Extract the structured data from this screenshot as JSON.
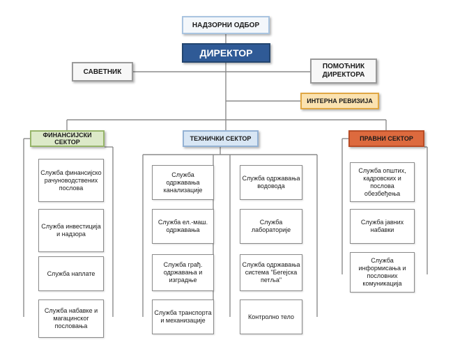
{
  "top": {
    "board": "НАДЗОРНИ ОДБОР",
    "director": "ДИРЕКТОР",
    "advisor": "САВЕТНИК",
    "assistant": "ПОМОЋНИК ДИРЕКТОРА",
    "audit": "ИНТЕРНА РЕВИЗИЈА"
  },
  "sectors": {
    "finance": {
      "title": "ФИНАНСИЈСКИ СЕКТОР",
      "units": [
        "Служба финансијско рачуноводствених послова",
        "Служба инвестиција и надзора",
        "Служба наплате",
        "Служба набавке и магацинског пословања"
      ]
    },
    "technical": {
      "title": "ТЕХНИЧКИ СЕКТОР",
      "units_left": [
        "Служба одржавања канализације",
        "Служба ел.-маш. одржавања",
        "Служба грађ. одржавања и изградње",
        "Служба транспорта и механизације"
      ],
      "units_right": [
        "Служба одржавања водовода",
        "Служба лабораторије",
        "Служба одржавања система \"Бегејска петља\"",
        "Контролно тело"
      ]
    },
    "legal": {
      "title": "ПРАВНИ СЕКТОР",
      "units": [
        "Служба општих, кадровских и послова обезбеђења",
        "Служба јавних набавки",
        "Служба информисања и пословних комуникација"
      ]
    }
  },
  "colors": {
    "director": "#2f5a96",
    "audit": "#fbe2b0",
    "finance": "#dce9c8",
    "technical": "#d8e6f4",
    "legal": "#dd6a3e"
  }
}
